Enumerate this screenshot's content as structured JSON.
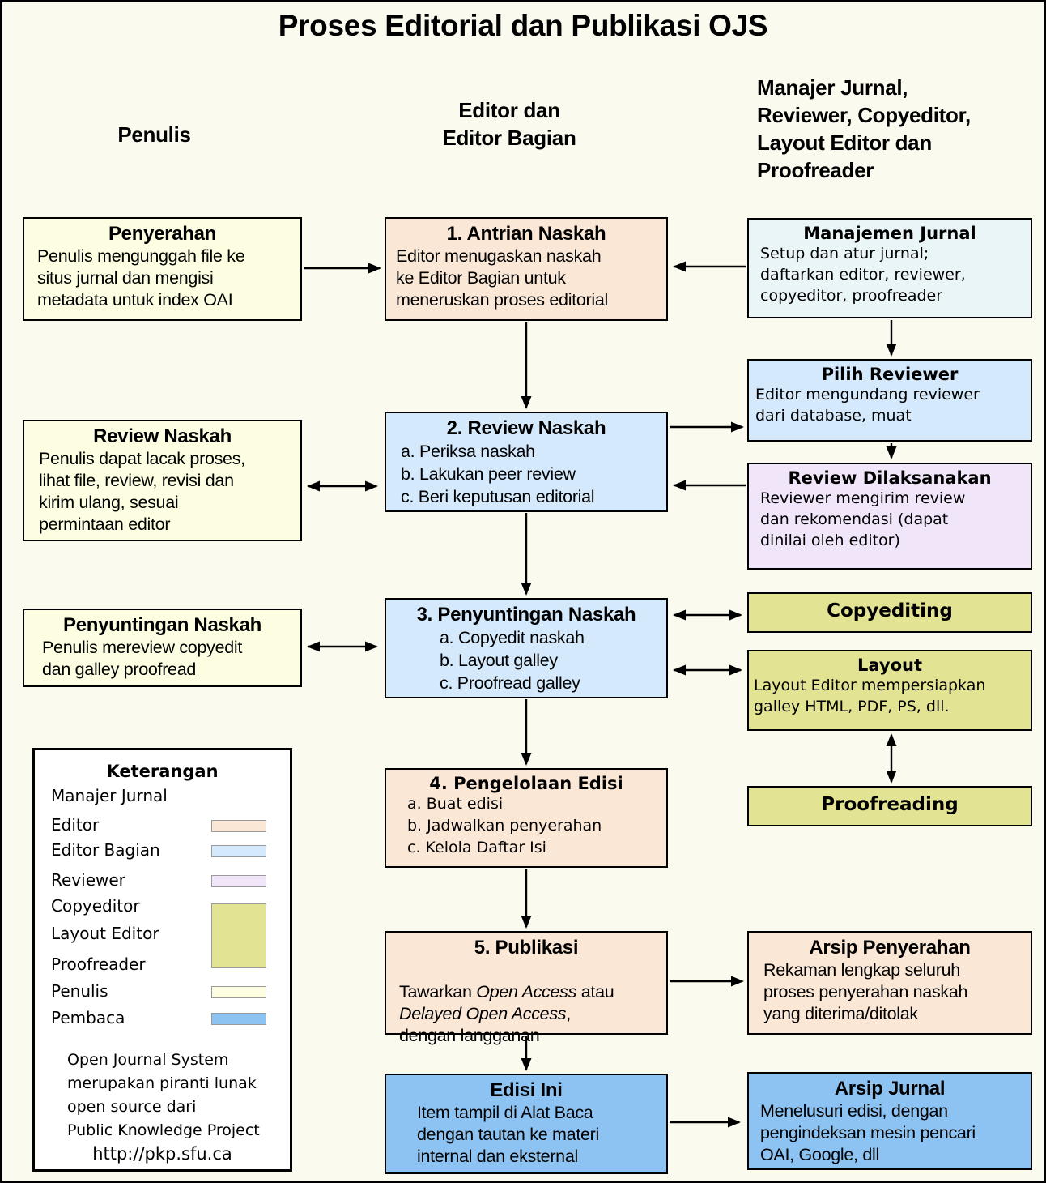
{
  "title": "Proses Editorial dan Publikasi OJS",
  "columns": {
    "left": "Penulis",
    "center": "Editor dan\nEditor Bagian",
    "right": "Manajer Jurnal,\nReviewer, Copyeditor,\nLayout Editor dan\nProofreader"
  },
  "colors": {
    "background": "#fafaef",
    "penulis": "#fdfde1",
    "editor": "#fbe7d6",
    "editor_bagian": "#d4e9fb",
    "manajer_jurnal": "#eaf5f7",
    "reviewer": "#f1e5f9",
    "copyeditor_layout_proofreader": "#e3e493",
    "pembaca": "#8cc3f2"
  },
  "boxes": {
    "penyerahan": {
      "title": "Penyerahan",
      "body": "Penulis mengunggah file ke\nsitus jurnal dan mengisi\nmetadata untuk index OAI"
    },
    "antrian": {
      "title": "1. Antrian Naskah",
      "body": "Editor menugaskan naskah\nke Editor Bagian untuk\nmeneruskan proses editorial"
    },
    "manajemen_jurnal": {
      "title": "Manajemen Jurnal",
      "body": "Setup dan atur jurnal;\ndaftarkan editor, reviewer,\ncopyeditor, proofreader"
    },
    "review_naskah_penulis": {
      "title": "Review Naskah",
      "body": "Penulis dapat lacak proses,\nlihat file, review, revisi dan\nkirim ulang, sesuai\npermintaan editor"
    },
    "review_naskah": {
      "title": "2. Review Naskah",
      "items": [
        "a. Periksa naskah",
        "b. Lakukan peer review",
        "c. Beri keputusan editorial"
      ]
    },
    "pilih_reviewer": {
      "title": "Pilih Reviewer",
      "body": "Editor mengundang reviewer\ndari database, muat"
    },
    "review_dilaksanakan": {
      "title": "Review Dilaksanakan",
      "body": "Reviewer mengirim review\ndan rekomendasi (dapat\ndinilai oleh editor)"
    },
    "penyuntingan_penulis": {
      "title": "Penyuntingan Naskah",
      "body": "Penulis mereview copyedit\ndan galley proofread"
    },
    "penyuntingan": {
      "title": "3. Penyuntingan Naskah",
      "items": [
        "a. Copyedit naskah",
        "b. Layout galley",
        "c. Proofread galley"
      ]
    },
    "copyediting": {
      "title": "Copyediting"
    },
    "layout": {
      "title": "Layout",
      "body": "Layout Editor mempersiapkan\ngalley HTML, PDF, PS, dll."
    },
    "proofreading": {
      "title": "Proofreading"
    },
    "pengelolaan": {
      "title": "4. Pengelolaan Edisi",
      "items": [
        "a. Buat edisi",
        "b. Jadwalkan penyerahan",
        "c. Kelola Daftar Isi"
      ]
    },
    "publikasi": {
      "title": "5. Publikasi",
      "body_parts": [
        "Tawarkan ",
        "Open Access",
        " atau\n",
        "Delayed Open Access",
        ",\ndengan langganan"
      ]
    },
    "arsip_penyerahan": {
      "title": "Arsip Penyerahan",
      "body": "Rekaman lengkap seluruh\nproses penyerahan naskah\nyang diterima/ditolak"
    },
    "edisi_ini": {
      "title": "Edisi Ini",
      "body": "Item tampil di Alat Baca\ndengan tautan ke materi\ninternal dan eksternal"
    },
    "arsip_jurnal": {
      "title": "Arsip Jurnal",
      "body": "Menelusuri edisi, dengan\npengindeksan mesin pencari\nOAI, Google, dll"
    }
  },
  "legend": {
    "title": "Keterangan",
    "items": [
      {
        "label": "Manajer Jurnal"
      },
      {
        "label": "Editor"
      },
      {
        "label": "Editor Bagian"
      },
      {
        "label": "Reviewer"
      },
      {
        "label": "Copyeditor"
      },
      {
        "label": "Layout Editor"
      },
      {
        "label": "Proofreader"
      },
      {
        "label": "Penulis"
      },
      {
        "label": "Pembaca"
      }
    ],
    "about": "Open Journal System\nmerupakan piranti lunak\nopen source dari\nPublic Knowledge Project",
    "url": "http://pkp.sfu.ca"
  }
}
